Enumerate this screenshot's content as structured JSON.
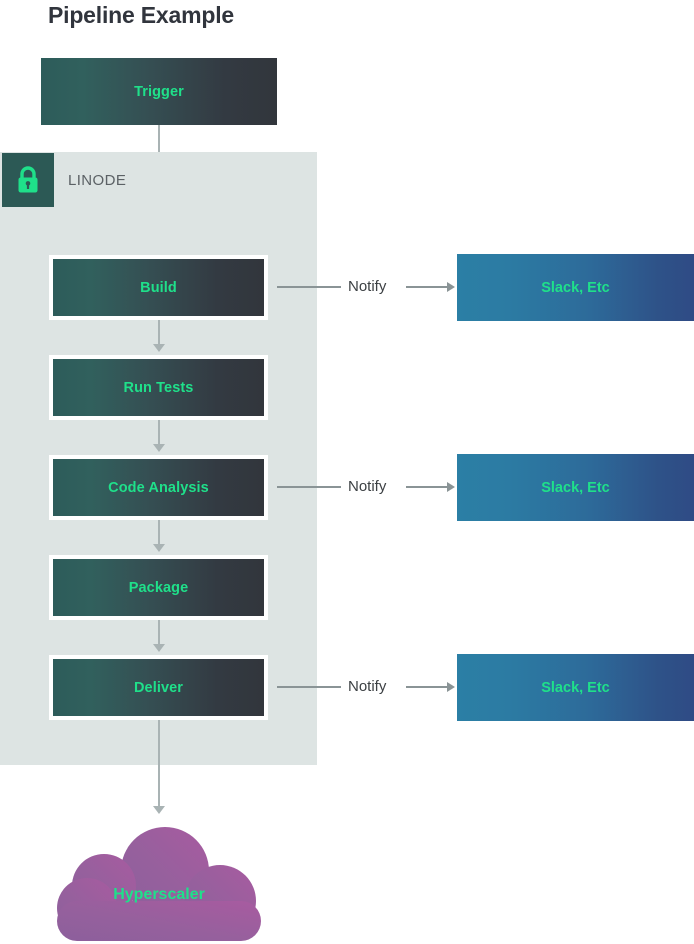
{
  "page": {
    "title": "Pipeline Example"
  },
  "zone": {
    "name": "LINODE",
    "lock_icon": "lock-icon",
    "background_color": "#dde4e3",
    "badge_color": "#2c5955",
    "lock_color": "#1fe08a"
  },
  "trigger": {
    "label": "Trigger"
  },
  "stages": [
    {
      "label": "Build"
    },
    {
      "label": "Run Tests"
    },
    {
      "label": "Code Analysis"
    },
    {
      "label": "Package"
    },
    {
      "label": "Deliver"
    }
  ],
  "notifications": [
    {
      "edge_label": "Notify",
      "target_label": "Slack, Etc",
      "from_stage": "Build"
    },
    {
      "edge_label": "Notify",
      "target_label": "Slack, Etc",
      "from_stage": "Code Analysis"
    },
    {
      "edge_label": "Notify",
      "target_label": "Slack, Etc",
      "from_stage": "Deliver"
    }
  ],
  "destination": {
    "label": "Hyperscaler",
    "shape": "cloud"
  },
  "colors": {
    "accent_green": "#1fe08a",
    "stage_gradient_start": "#2d5c5a",
    "stage_gradient_end": "#32363c",
    "sink_gradient_start": "#2b7fa5",
    "sink_gradient_end": "#2f4b85",
    "cloud_gradient_start": "#8e5f9b",
    "cloud_gradient_end": "#a35da0",
    "connector_gray": "#a9b3b4",
    "title_color": "#31353d"
  }
}
